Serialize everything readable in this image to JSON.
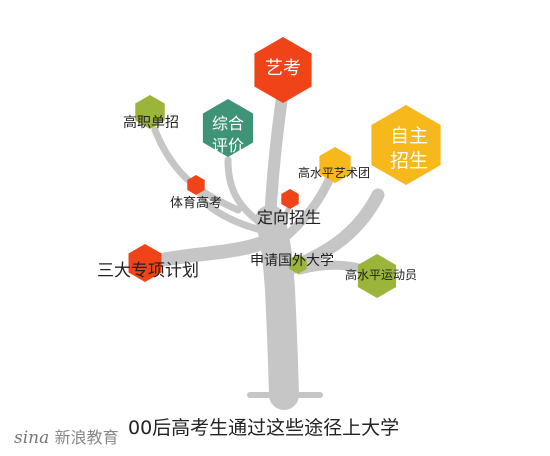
{
  "caption": "00后高考生通过这些途径上大学",
  "watermark": {
    "brand": "sina",
    "site": "新浪教育"
  },
  "colors": {
    "trunk": "#c6c6c6",
    "red": "#f04318",
    "green": "#9ab53a",
    "yellow": "#f6b81b",
    "teal": "#3f9478",
    "text": "#222222"
  },
  "nodes": {
    "yikao": {
      "label": "艺考",
      "color": "red"
    },
    "zizhu": {
      "label": "自主\n招生",
      "color": "yellow"
    },
    "zonghe": {
      "label": "综合\n评价",
      "color": "teal"
    },
    "gaozhi": {
      "label": "高职单招",
      "color": "green"
    },
    "yishutuan": {
      "label": "高水平艺术团",
      "color": "yellow"
    },
    "tiyu": {
      "label": "体育高考",
      "color": "red"
    },
    "dingxiang": {
      "label": "定向招生",
      "color": "red"
    },
    "sanda": {
      "label": "三大专项计划",
      "color": "red"
    },
    "guowai": {
      "label": "申请国外大学",
      "color": "green"
    },
    "yundongyuan": {
      "label": "高水平运动员",
      "color": "green"
    }
  }
}
